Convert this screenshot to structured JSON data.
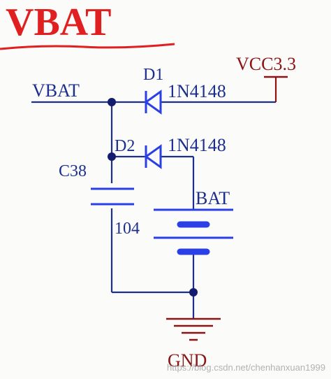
{
  "title": "VBAT",
  "labels": {
    "net_vbat": "VBAT",
    "net_vcc": "VCC3.3",
    "d1_ref": "D1",
    "d1_part": "1N4148",
    "d2_ref": "D2",
    "d2_part": "1N4148",
    "c38_ref": "C38",
    "c38_value": "104",
    "battery": "BAT",
    "gnd": "GND"
  },
  "watermark": "https://blog.csdn.net/chenhanxuan1999",
  "colors": {
    "title": "#e02020",
    "wire": "#1c2f8c",
    "component": "#2a3fe6",
    "net_label": "#1c2f8c",
    "power": "#8b1414",
    "junction": "#141c6e"
  }
}
